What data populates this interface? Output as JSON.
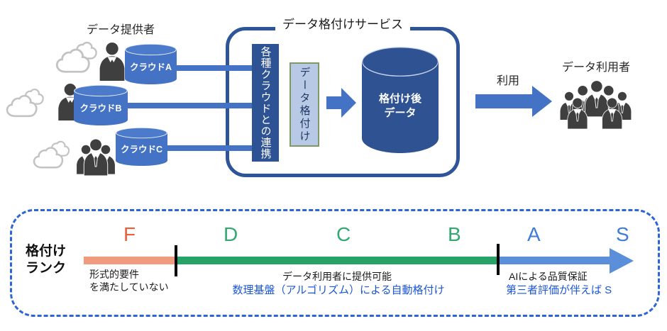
{
  "top": {
    "providers_label": "データ提供者",
    "cloud_a_label": "クラウドA",
    "cloud_b_label": "クラウドB",
    "cloud_c_label": "クラウドC",
    "service_title": "データ格付けサービス",
    "integration_box_label": "各種クラウドとの連携",
    "rating_box_label": "データ格付け",
    "rated_cylinder_line1": "格付け後",
    "rated_cylinder_line2": "データ",
    "usage_arrow_label": "利用",
    "users_label": "データ利用者"
  },
  "bottom": {
    "rank_label_line1": "格付け",
    "rank_label_line2": "ランク",
    "letters": [
      "F",
      "D",
      "C",
      "B",
      "A",
      "S"
    ],
    "f_note_line1": "形式的要件",
    "f_note_line2": "を満たしていない",
    "mid_note": "データ利用者に提供可能",
    "mid_note_blue": "数理基盤（アルゴリズム）による自動格付け",
    "right_note": "AIによる品質保証",
    "right_note_blue": "第三者評価が伴えば S"
  },
  "colors": {
    "accent_blue": "#4472C4",
    "dark_blue": "#2E5395",
    "service_border_blue": "#2E5597",
    "light_blue_box": "#B7C9E5",
    "light_box_border": "#7E9B66",
    "rank_arrow_blue": "#5B8FD9",
    "rank_green": "#27A368",
    "rank_orange": "#F09B7D",
    "letter_orange": "#E8603C",
    "letter_green": "#34A873",
    "letter_blue": "#3D7BDC",
    "note_blue": "#1B56D6",
    "dashed_border_blue": "#2D64D8",
    "icon_gray": "#3F3F3F"
  }
}
